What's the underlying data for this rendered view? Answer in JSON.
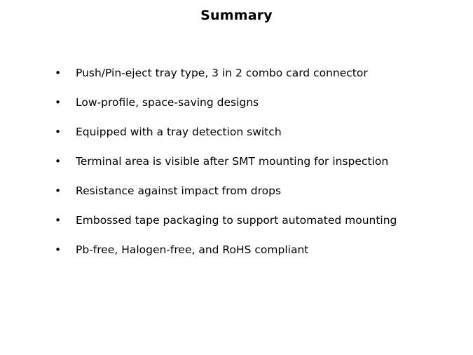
{
  "slide": {
    "title": "Summary",
    "background_color": "#ffffff",
    "text_color": "#000000",
    "bullet_marker": "•",
    "bullets": [
      {
        "text": "Push/Pin-eject tray type, 3 in 2 combo card connector"
      },
      {
        "text": "Low-profile, space-saving designs"
      },
      {
        "text": "Equipped with a tray detection switch"
      },
      {
        "text": "Terminal area is visible after SMT mounting for inspection"
      },
      {
        "text": "Resistance against impact from drops"
      },
      {
        "text": "Embossed tape packaging to support automated mounting"
      },
      {
        "text": "Pb-free, Halogen-free, and RoHS compliant"
      }
    ]
  }
}
